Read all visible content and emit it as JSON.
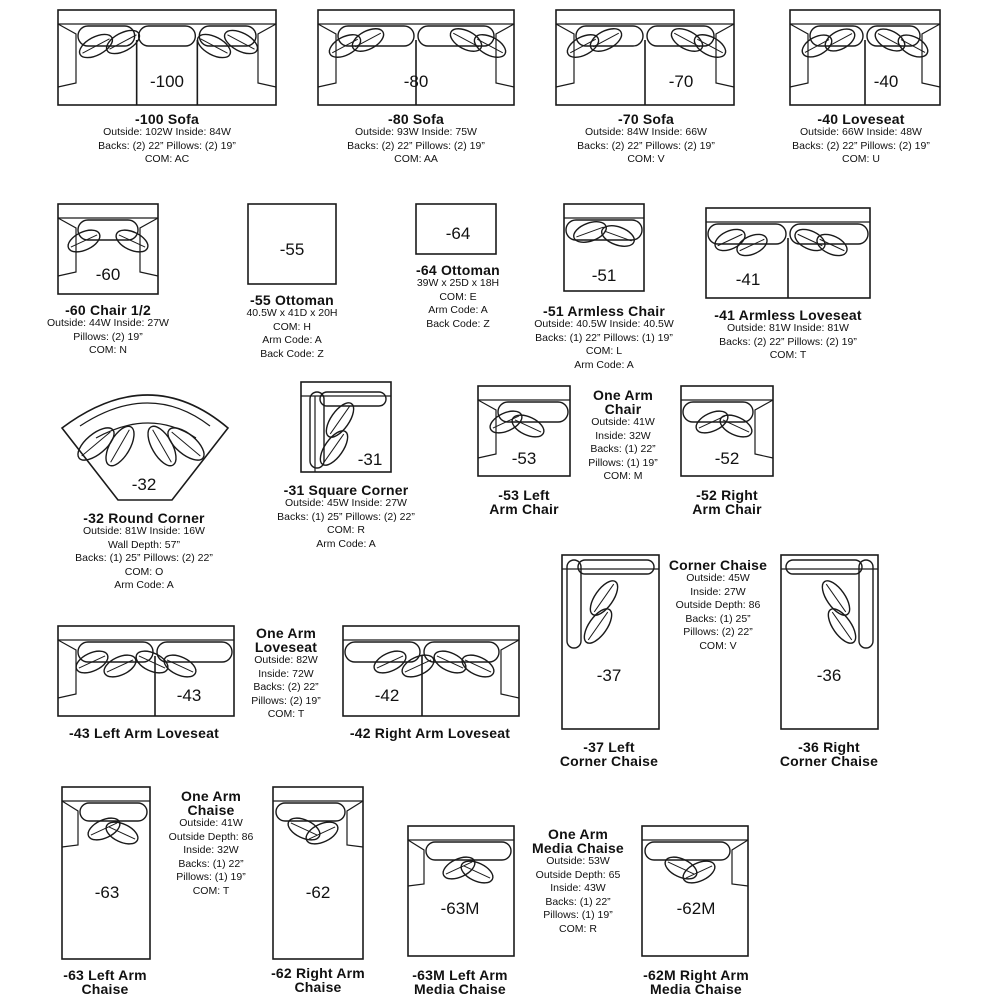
{
  "pieces": [
    {
      "id": "p100",
      "code": "-100",
      "title": [
        "-100 Sofa"
      ],
      "lines": [
        "Outside: 102W  Inside: 84W",
        "Backs: (2) 22”  Pillows: (2) 19”",
        "COM: AC"
      ]
    },
    {
      "id": "p80",
      "code": "-80",
      "title": [
        "-80 Sofa"
      ],
      "lines": [
        "Outside: 93W  Inside: 75W",
        "Backs: (2) 22”  Pillows: (2) 19”",
        "COM: AA"
      ]
    },
    {
      "id": "p70",
      "code": "-70",
      "title": [
        "-70 Sofa"
      ],
      "lines": [
        "Outside: 84W  Inside: 66W",
        "Backs: (2) 22”  Pillows: (2) 19”",
        "COM: V"
      ]
    },
    {
      "id": "p40",
      "code": "-40",
      "title": [
        "-40 Loveseat"
      ],
      "lines": [
        "Outside: 66W  Inside: 48W",
        "Backs: (2) 22”  Pillows: (2) 19”",
        "COM: U"
      ]
    },
    {
      "id": "p60",
      "code": "-60",
      "title": [
        "-60 Chair 1/2"
      ],
      "lines": [
        "Outside: 44W  Inside: 27W",
        "Pillows: (2) 19”",
        "COM: N"
      ]
    },
    {
      "id": "p55",
      "code": "-55",
      "title": [
        "-55 Ottoman"
      ],
      "lines": [
        "40.5W x 41D x 20H",
        "COM: H",
        "Arm Code: A",
        "Back Code: Z"
      ]
    },
    {
      "id": "p64",
      "code": "-64",
      "title": [
        "-64 Ottoman"
      ],
      "lines": [
        "39W x 25D x 18H",
        "COM: E",
        "Arm Code: A",
        "Back Code: Z"
      ]
    },
    {
      "id": "p51",
      "code": "-51",
      "title": [
        "-51 Armless Chair"
      ],
      "lines": [
        "Outside: 40.5W  Inside: 40.5W",
        "Backs: (1) 22”  Pillows: (1) 19”",
        "COM: L",
        "Arm Code: A"
      ]
    },
    {
      "id": "p41",
      "code": "-41",
      "title": [
        "-41 Armless Loveseat"
      ],
      "lines": [
        "Outside: 81W  Inside: 81W",
        "Backs: (2) 22”  Pillows: (2) 19”",
        "COM: T"
      ]
    },
    {
      "id": "p32",
      "code": "-32",
      "title": [
        "-32 Round Corner"
      ],
      "lines": [
        "Outside: 81W  Inside: 16W",
        "Wall Depth: 57”",
        "Backs: (1) 25”  Pillows: (2) 22”",
        "COM: O",
        "Arm Code: A"
      ]
    },
    {
      "id": "p31",
      "code": "-31",
      "title": [
        "-31 Square Corner"
      ],
      "lines": [
        "Outside: 45W  Inside: 27W",
        "Backs: (1) 25”  Pillows: (2) 22”",
        "COM: R",
        "Arm Code: A"
      ]
    },
    {
      "id": "p53",
      "code": "-53",
      "title": [
        "-53 Left",
        "Arm Chair"
      ],
      "lines": []
    },
    {
      "id": "p52",
      "code": "-52",
      "title": [
        "-52 Right",
        "Arm Chair"
      ],
      "lines": []
    },
    {
      "id": "g_oac",
      "code": "",
      "title": [
        "One Arm",
        "Chair"
      ],
      "lines": [
        "Outside: 41W",
        "Inside: 32W",
        "Backs: (1) 22”",
        "Pillows: (1) 19”",
        "COM: M"
      ]
    },
    {
      "id": "p43",
      "code": "-43",
      "title": [
        "-43 Left Arm Loveseat"
      ],
      "lines": []
    },
    {
      "id": "p42",
      "code": "-42",
      "title": [
        "-42 Right Arm Loveseat"
      ],
      "lines": []
    },
    {
      "id": "g_oal",
      "code": "",
      "title": [
        "One Arm",
        "Loveseat"
      ],
      "lines": [
        "Outside: 82W",
        "Inside: 72W",
        "Backs: (2) 22”",
        "Pillows: (2) 19”",
        "COM: T"
      ]
    },
    {
      "id": "p37",
      "code": "-37",
      "title": [
        "-37 Left",
        "Corner Chaise"
      ],
      "lines": []
    },
    {
      "id": "p36",
      "code": "-36",
      "title": [
        "-36 Right",
        "Corner Chaise"
      ],
      "lines": []
    },
    {
      "id": "g_cc",
      "code": "",
      "title": [
        "Corner Chaise"
      ],
      "lines": [
        "Outside: 45W",
        "Inside: 27W",
        "Outside Depth: 86",
        "Backs: (1) 25”",
        "Pillows: (2) 22”",
        "COM: V"
      ]
    },
    {
      "id": "p63",
      "code": "-63",
      "title": [
        "-63 Left Arm",
        "Chaise"
      ],
      "lines": []
    },
    {
      "id": "p62",
      "code": "-62",
      "title": [
        "-62 Right Arm",
        "Chaise"
      ],
      "lines": []
    },
    {
      "id": "g_oach",
      "code": "",
      "title": [
        "One Arm",
        "Chaise"
      ],
      "lines": [
        "Outside: 41W",
        "Outside Depth: 86",
        "Inside: 32W",
        "Backs: (1) 22”",
        "Pillows: (1) 19”",
        "COM: T"
      ]
    },
    {
      "id": "p63m",
      "code": "-63M",
      "title": [
        "-63M Left Arm",
        "Media Chaise"
      ],
      "lines": []
    },
    {
      "id": "p62m",
      "code": "-62M",
      "title": [
        "-62M Right Arm",
        "Media Chaise"
      ],
      "lines": []
    },
    {
      "id": "g_oamc",
      "code": "",
      "title": [
        "One Arm",
        "Media Chaise"
      ],
      "lines": [
        "Outside: 53W",
        "Outside Depth: 65",
        "Inside: 43W",
        "Backs: (1) 22”",
        "Pillows: (1) 19”",
        "COM: R"
      ]
    }
  ],
  "colors": {
    "line": "#1a1a1a",
    "background": "#ffffff"
  }
}
